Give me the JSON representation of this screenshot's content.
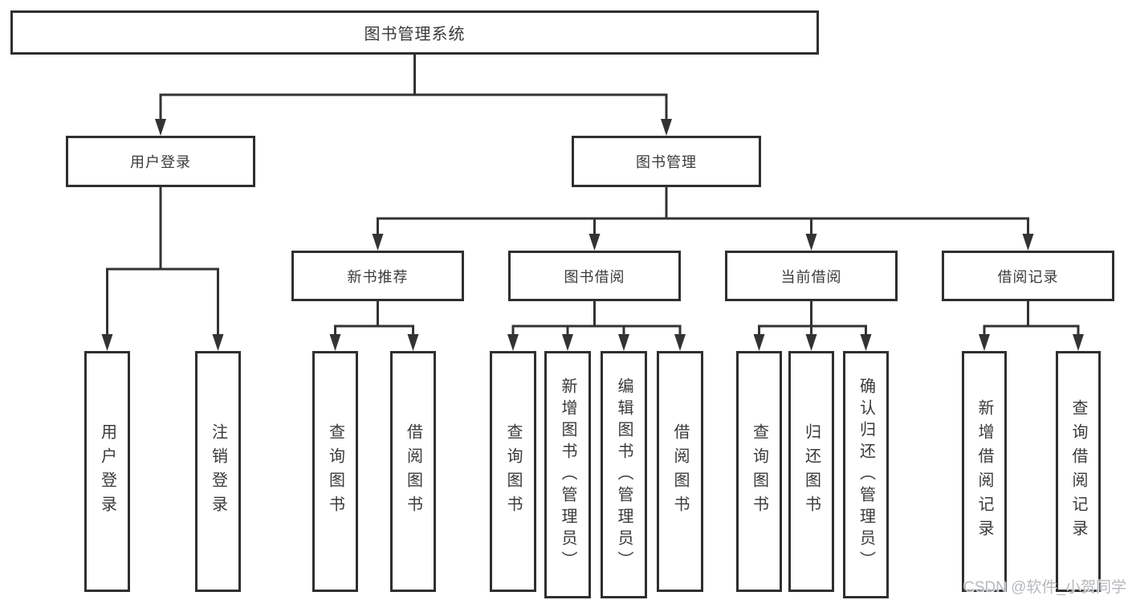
{
  "diagram": {
    "root": {
      "label": "图书管理系统"
    },
    "level2": [
      {
        "label": "用户登录"
      },
      {
        "label": "图书管理"
      }
    ],
    "level3": [
      {
        "label": "新书推荐"
      },
      {
        "label": "图书借阅"
      },
      {
        "label": "当前借阅"
      },
      {
        "label": "借阅记录"
      }
    ],
    "leaves": {
      "user_login": [
        {
          "label": "用户登录"
        },
        {
          "label": "注销登录"
        }
      ],
      "new_book_recommend": [
        {
          "label": "查询图书"
        },
        {
          "label": "借阅图书"
        }
      ],
      "book_borrow": [
        {
          "label": "查询图书"
        },
        {
          "label": "新增图书（管理员）"
        },
        {
          "label": "编辑图书（管理员）"
        },
        {
          "label": "借阅图书"
        }
      ],
      "current_borrow": [
        {
          "label": "查询图书"
        },
        {
          "label": "归还图书"
        },
        {
          "label": "确认归还（管理员）"
        }
      ],
      "borrow_records": [
        {
          "label": "新增借阅记录"
        },
        {
          "label": "查询借阅记录"
        }
      ]
    }
  },
  "watermark": {
    "text": "CSDN @软件_小贺同学"
  },
  "colors": {
    "line": "#333333",
    "border": "#2f2f2f",
    "text": "#3a3a3a",
    "background": "#ffffff",
    "watermark": "#a8adb2"
  }
}
